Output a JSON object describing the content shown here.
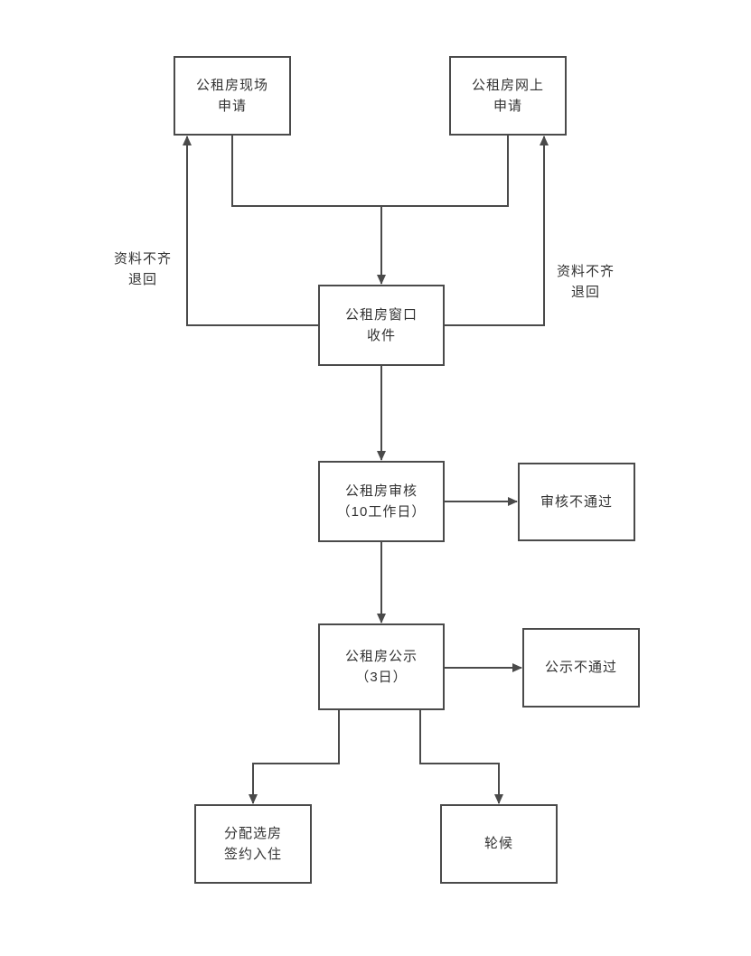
{
  "flowchart": {
    "nodes": {
      "onsite_application": {
        "label": "公租房现场\n申请"
      },
      "online_application": {
        "label": "公租房网上\n申请"
      },
      "window_receipt": {
        "label": "公租房窗口\n收件"
      },
      "review": {
        "label": "公租房审核\n（10工作日）"
      },
      "review_rejected": {
        "label": "审核不通过"
      },
      "public_notice": {
        "label": "公租房公示\n（3日）"
      },
      "notice_rejected": {
        "label": "公示不通过"
      },
      "allocation_signing": {
        "label": "分配选房\n签约入住"
      },
      "waitlist": {
        "label": "轮候"
      }
    },
    "edge_labels": {
      "left_return": "资料不齐\n退回",
      "right_return": "资料不齐\n退回"
    },
    "colors": {
      "line": "#4a4a4a",
      "box_border": "#4a4a4a",
      "text": "#333333",
      "background": "#ffffff"
    }
  }
}
